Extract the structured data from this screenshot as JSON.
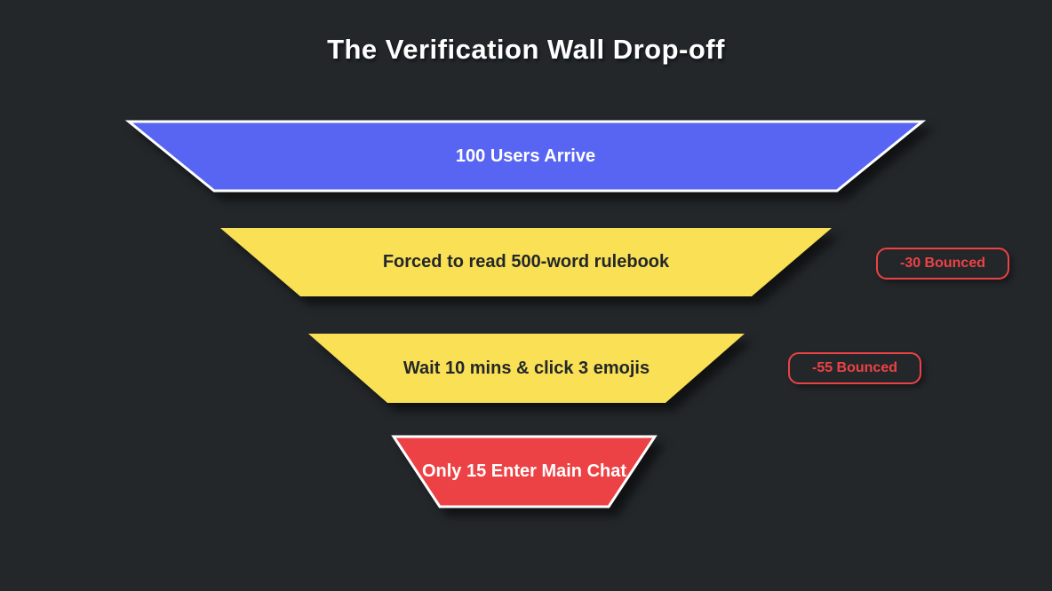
{
  "page": {
    "background_color": "#23272A",
    "title": "The Verification Wall Drop-off"
  },
  "chart_data": {
    "type": "funnel",
    "title": "The Verification Wall Drop-off",
    "legend": "none",
    "grid": false,
    "annotation_color": "#ED4245",
    "stages": [
      {
        "label": "100 Users Arrive",
        "users": 100,
        "color": "#5865F2",
        "text_color": "#FFFFFF",
        "border_color": "#FFFFFF"
      },
      {
        "label": "Forced to read 500-word rulebook",
        "color": "#FAE055",
        "text_color": "#23272A",
        "bounce_annotation": "-30 Bounced",
        "bounced": -30
      },
      {
        "label": "Wait 10 mins & click 3 emojis",
        "color": "#FAE055",
        "text_color": "#23272A",
        "bounce_annotation": "-55 Bounced",
        "bounced": -55
      },
      {
        "label": "Only 15 Enter Main Chat",
        "users": 15,
        "color": "#ED4245",
        "text_color": "#FFFFFF",
        "border_color": "#FFFFFF"
      }
    ]
  }
}
